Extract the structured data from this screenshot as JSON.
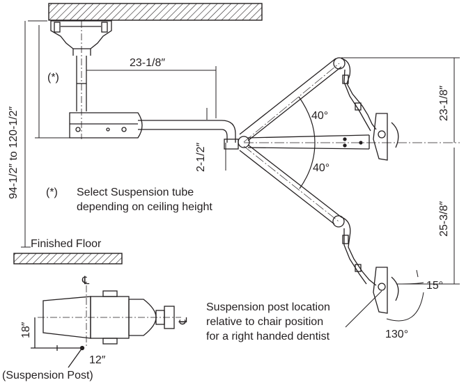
{
  "dimensions": {
    "arm_reach": "23-1/8″",
    "offset": "2-1/2″",
    "ceiling_height": "94-1/2″ to 120-1/2″",
    "swing_angle_upper": "40°",
    "swing_angle_lower": "40°",
    "upper_lamp_offset": "23-1/8″",
    "lower_lamp_offset": "25-3/8″",
    "tilt_angle": "15°",
    "rotation_angle": "130°",
    "chair_offset_x": "12″",
    "chair_offset_y": "18″"
  },
  "labels": {
    "asterisk": "(*)",
    "note_marker": "(*)",
    "note_line1": "Select Suspension tube",
    "note_line2": "depending on ceiling height",
    "floor": "Finished Floor",
    "suspension_post": "(Suspension Post)",
    "location_line1": "Suspension post location",
    "location_line2": "relative to chair position",
    "location_line3": "for a right handed dentist",
    "centerline": "℄"
  }
}
